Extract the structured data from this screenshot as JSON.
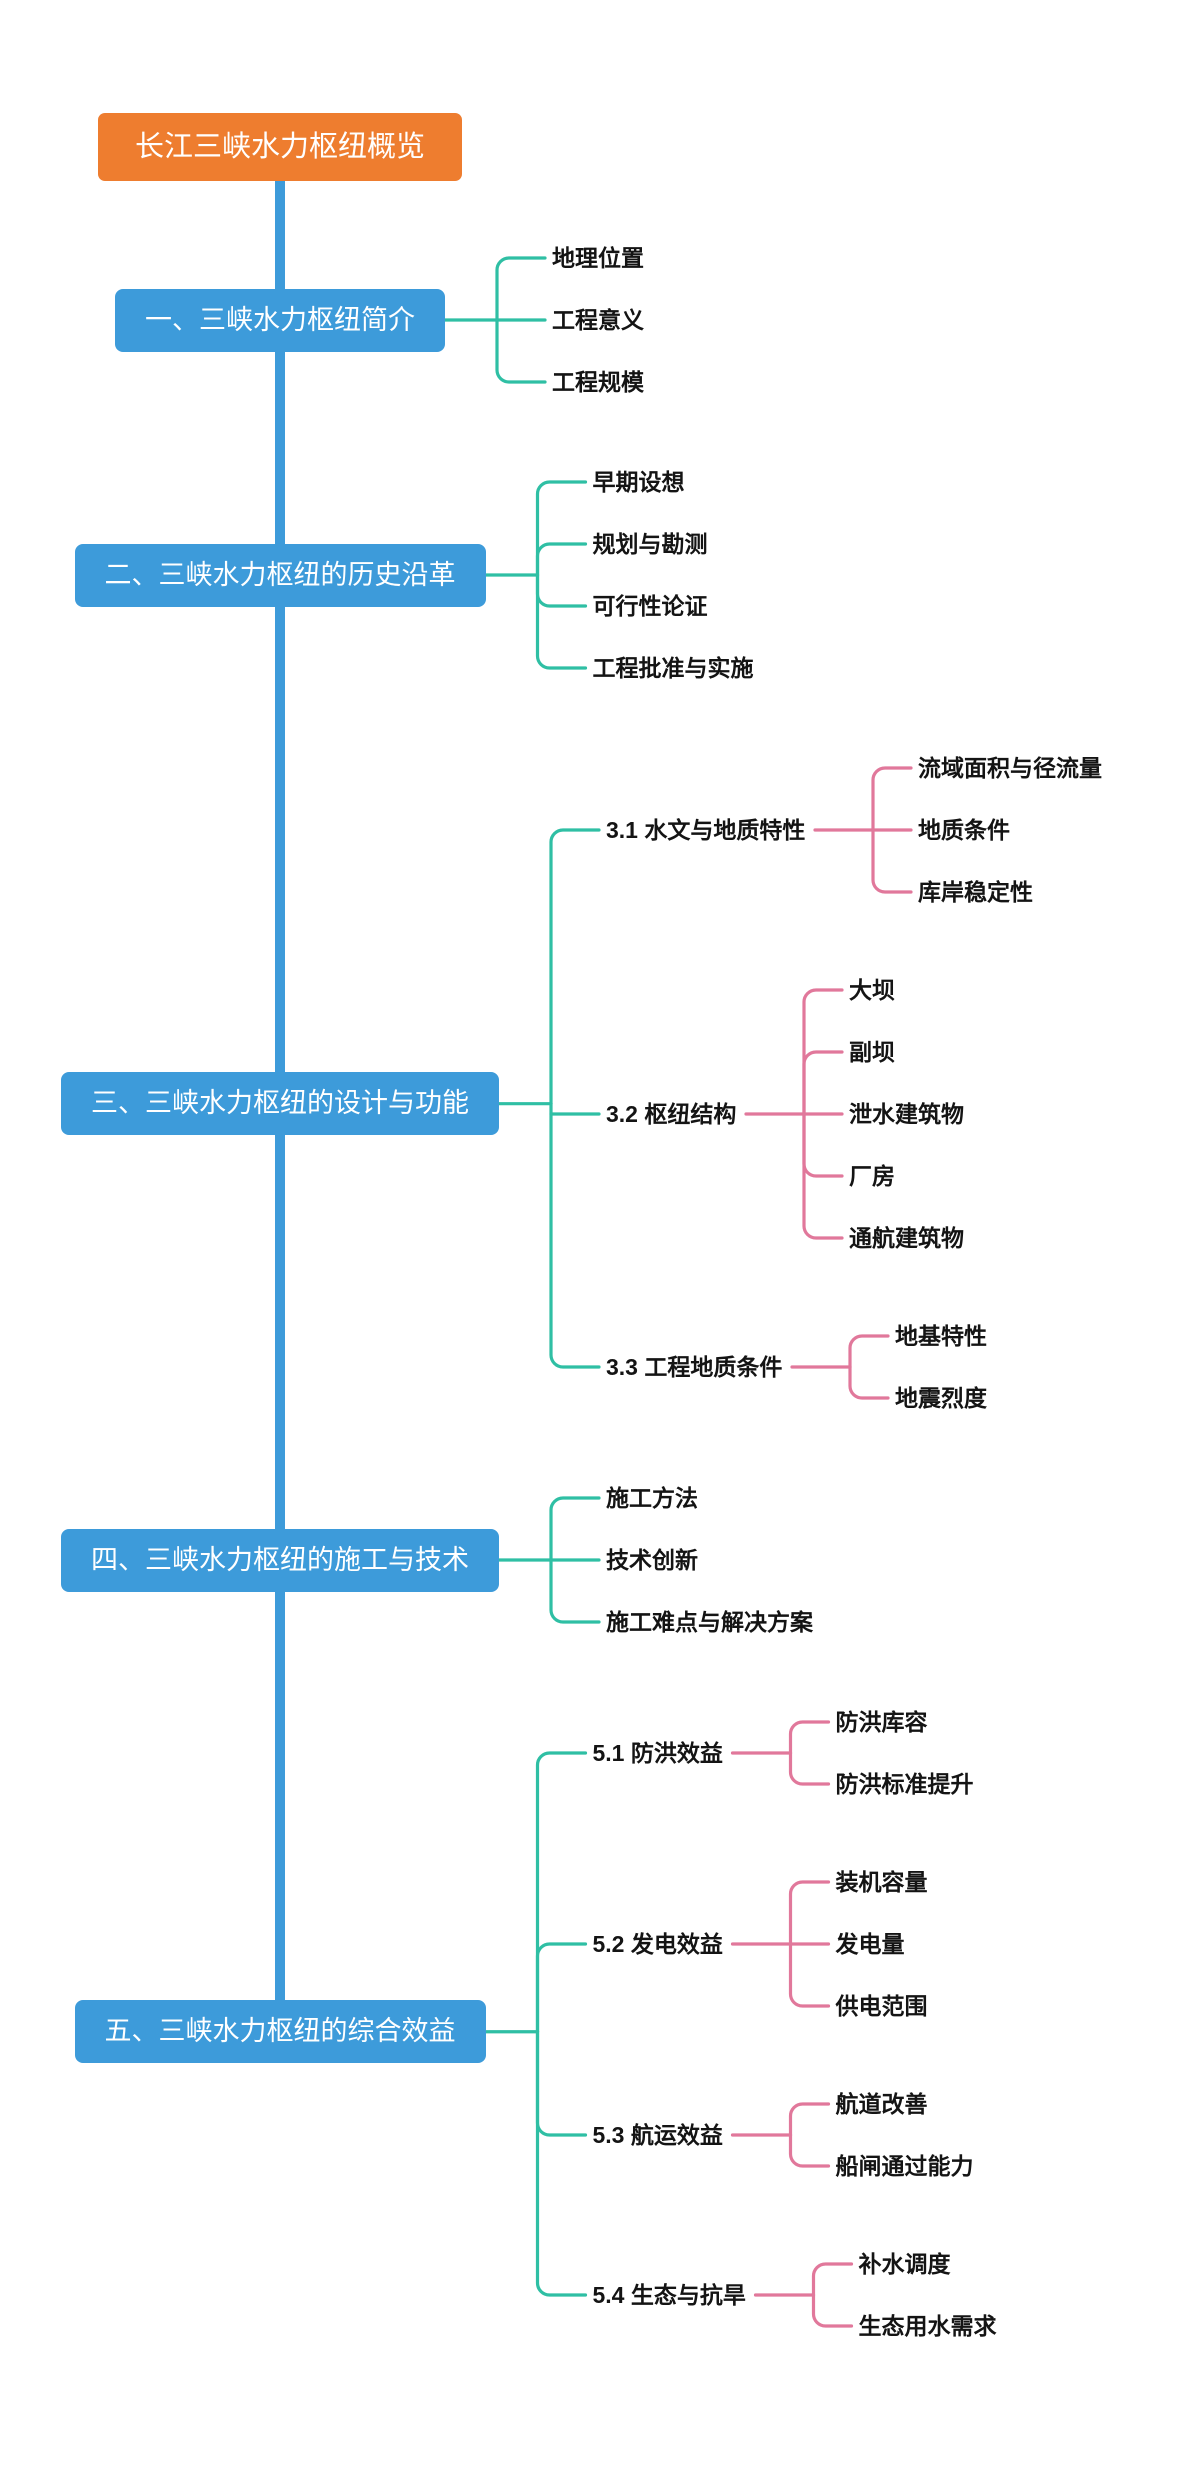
{
  "palette": {
    "root_fill": "#EE7D2F",
    "branch_fill": "#3D9BDA",
    "trunk": "#3D9BDA",
    "level2_line": "#2FBFA4",
    "level3_line": "#E1789B",
    "leaf_text": "#141414",
    "node_text": "#FFFFFF",
    "background": "#FFFFFF"
  },
  "tree": {
    "root": {
      "label": "长江三峡水力枢纽概览"
    },
    "branches": [
      {
        "label": "一、三峡水力枢纽简介",
        "children": [
          {
            "label": "地理位置"
          },
          {
            "label": "工程意义"
          },
          {
            "label": "工程规模"
          }
        ]
      },
      {
        "label": "二、三峡水力枢纽的历史沿革",
        "children": [
          {
            "label": "早期设想"
          },
          {
            "label": "规划与勘测"
          },
          {
            "label": "可行性论证"
          },
          {
            "label": "工程批准与实施"
          }
        ]
      },
      {
        "label": "三、三峡水力枢纽的设计与功能",
        "children": [
          {
            "label": "3.1 水文与地质特性",
            "children": [
              {
                "label": "流域面积与径流量"
              },
              {
                "label": "地质条件"
              },
              {
                "label": "库岸稳定性"
              }
            ]
          },
          {
            "label": "3.2 枢纽结构",
            "children": [
              {
                "label": "大坝"
              },
              {
                "label": "副坝"
              },
              {
                "label": "泄水建筑物"
              },
              {
                "label": "厂房"
              },
              {
                "label": "通航建筑物"
              }
            ]
          },
          {
            "label": "3.3 工程地质条件",
            "children": [
              {
                "label": "地基特性"
              },
              {
                "label": "地震烈度"
              }
            ]
          }
        ]
      },
      {
        "label": "四、三峡水力枢纽的施工与技术",
        "children": [
          {
            "label": "施工方法"
          },
          {
            "label": "技术创新"
          },
          {
            "label": "施工难点与解决方案"
          }
        ]
      },
      {
        "label": "五、三峡水力枢纽的综合效益",
        "children": [
          {
            "label": "5.1 防洪效益",
            "children": [
              {
                "label": "防洪库容"
              },
              {
                "label": "防洪标准提升"
              }
            ]
          },
          {
            "label": "5.2 发电效益",
            "children": [
              {
                "label": "装机容量"
              },
              {
                "label": "发电量"
              },
              {
                "label": "供电范围"
              }
            ]
          },
          {
            "label": "5.3 航运效益",
            "children": [
              {
                "label": "航道改善"
              },
              {
                "label": "船闸通过能力"
              }
            ]
          },
          {
            "label": "5.4 生态与抗旱",
            "children": [
              {
                "label": "补水调度"
              },
              {
                "label": "生态用水需求"
              }
            ]
          }
        ]
      }
    ]
  }
}
